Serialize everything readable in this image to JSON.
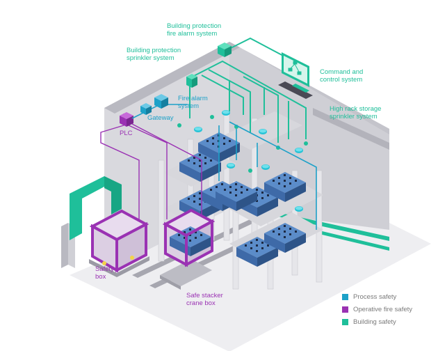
{
  "labels": {
    "fire_alarm_system": [
      "Building protection",
      "fire alarm system"
    ],
    "sprinkler_system": [
      "Building protection",
      "sprinkler system"
    ],
    "command_control": [
      "Command and",
      "control system"
    ],
    "fire_alarm": [
      "Fire alarm",
      "system"
    ],
    "gateway": "Gateway",
    "plc": "PLC",
    "high_rack": [
      "High rack storage",
      "sprinkler system"
    ],
    "safety_box": [
      "Safety",
      "box"
    ],
    "stacker_crane": [
      "Safe stacker",
      "crane box"
    ]
  },
  "legend": [
    {
      "label": "Process safety",
      "color": "#1da1c8"
    },
    {
      "label": "Operative fire safety",
      "color": "#9a32b3"
    },
    {
      "label": "Building safety",
      "color": "#1fbf9a"
    }
  ],
  "colors": {
    "green": "#1fbf9a",
    "purple": "#9a32b3",
    "blue": "#1da1c8",
    "wall": "#d9d9de",
    "wall_dark": "#b9b9c1",
    "floor": "#eeeef1"
  }
}
